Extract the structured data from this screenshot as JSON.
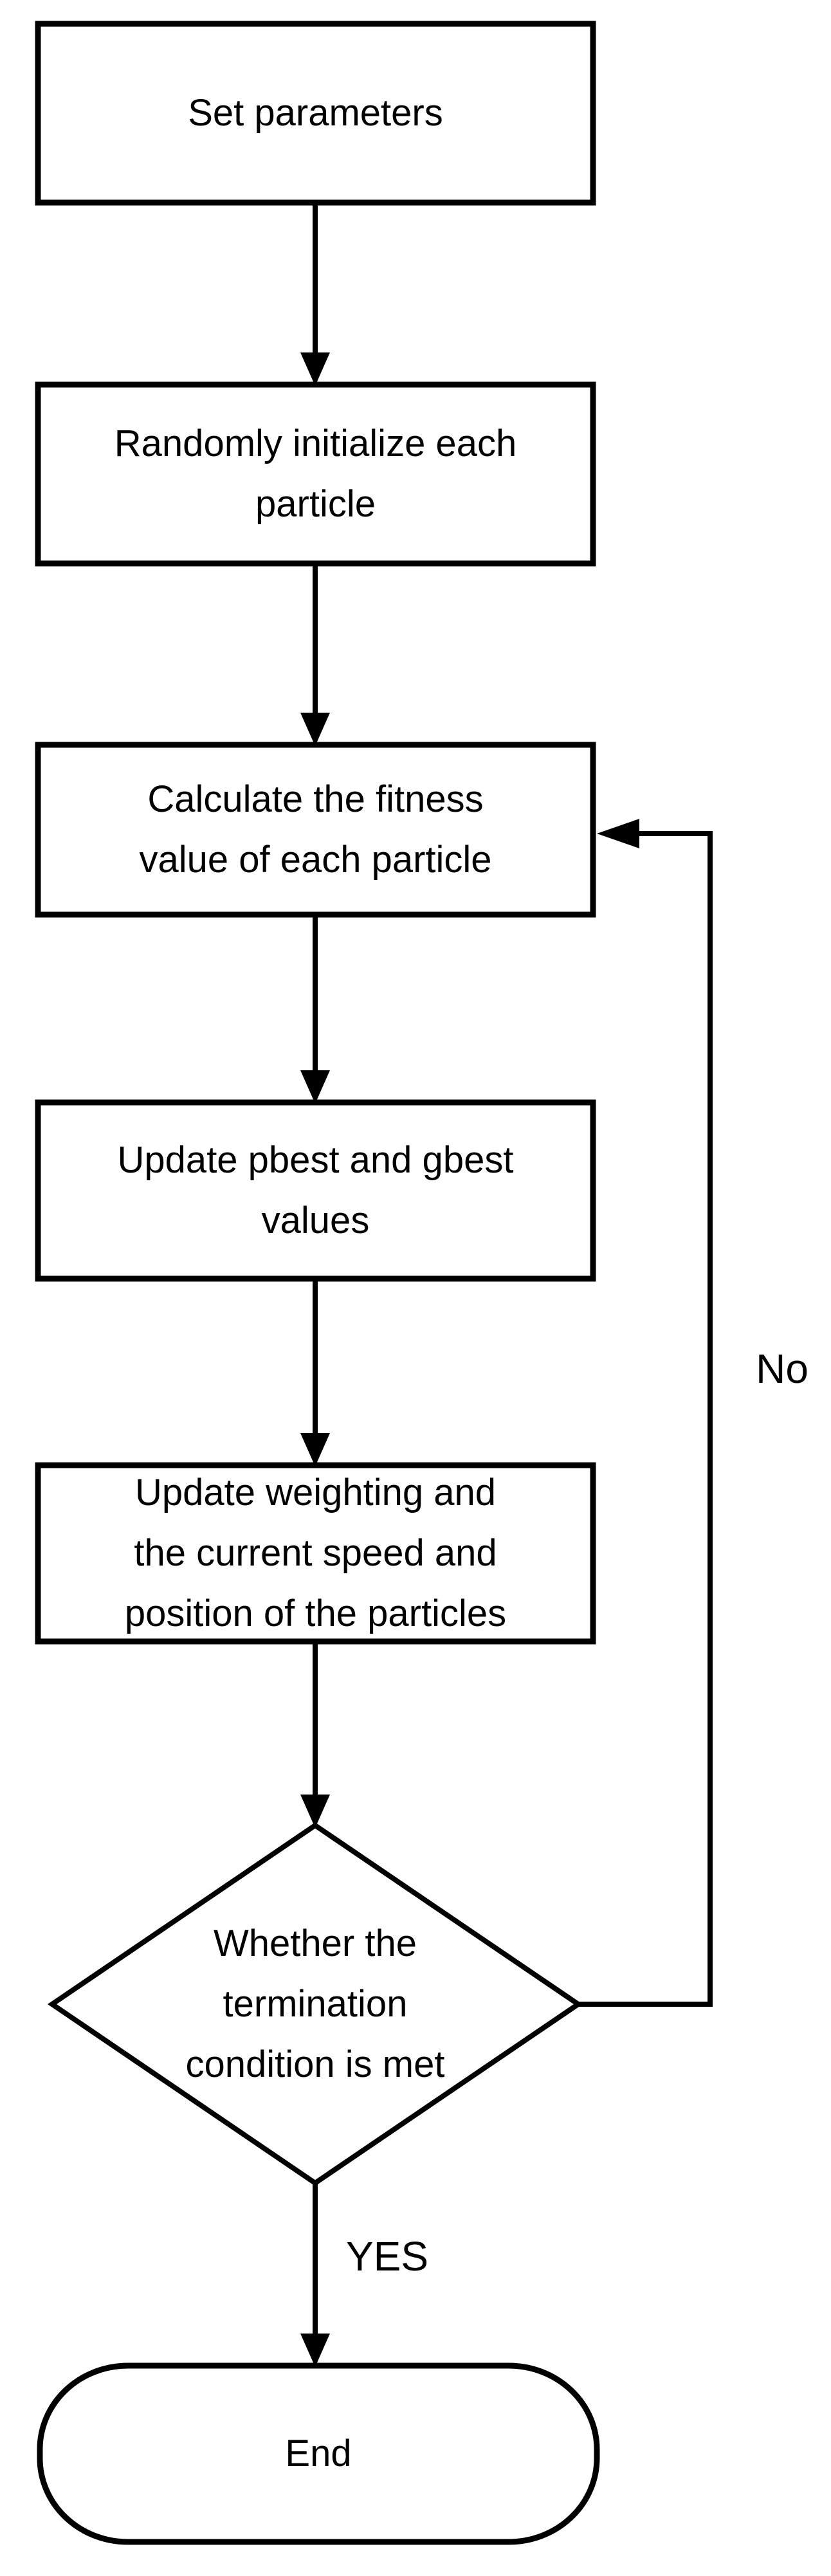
{
  "canvas": {
    "background": "#ffffff",
    "ink": "#000000"
  },
  "diagram": {
    "nodes": {
      "set_parameters": {
        "shape": "rectangle",
        "label": "Set parameters"
      },
      "random_initialize": {
        "shape": "rectangle",
        "label": "Randomly initialize each\nparticle"
      },
      "calculate_fitness": {
        "shape": "rectangle",
        "label": "Calculate the fitness\nvalue of each particle"
      },
      "update_best": {
        "shape": "rectangle",
        "label": "Update pbest and gbest\nvalues"
      },
      "update_weighting": {
        "shape": "rectangle",
        "label": "Update weighting and\nthe current speed and\nposition of the particles"
      },
      "termination_check": {
        "shape": "diamond",
        "label": "Whether the\ntermination\ncondition is met"
      },
      "end": {
        "shape": "stadium",
        "label": "End"
      }
    },
    "edge_labels": {
      "no": "No",
      "yes": "YES"
    }
  }
}
